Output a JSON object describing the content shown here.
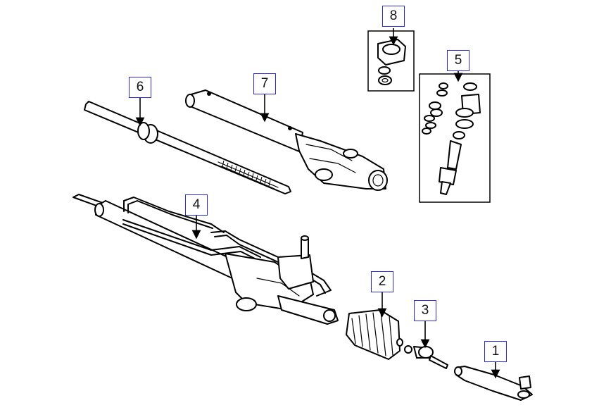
{
  "callouts": [
    {
      "id": "1",
      "label": "1"
    },
    {
      "id": "2",
      "label": "2"
    },
    {
      "id": "3",
      "label": "3"
    },
    {
      "id": "4",
      "label": "4"
    },
    {
      "id": "5",
      "label": "5"
    },
    {
      "id": "6",
      "label": "6"
    },
    {
      "id": "7",
      "label": "7"
    },
    {
      "id": "8",
      "label": "8"
    }
  ],
  "colors": {
    "callout_border": "#2b2bd6",
    "ink": "#000000",
    "background": "#ffffff"
  }
}
